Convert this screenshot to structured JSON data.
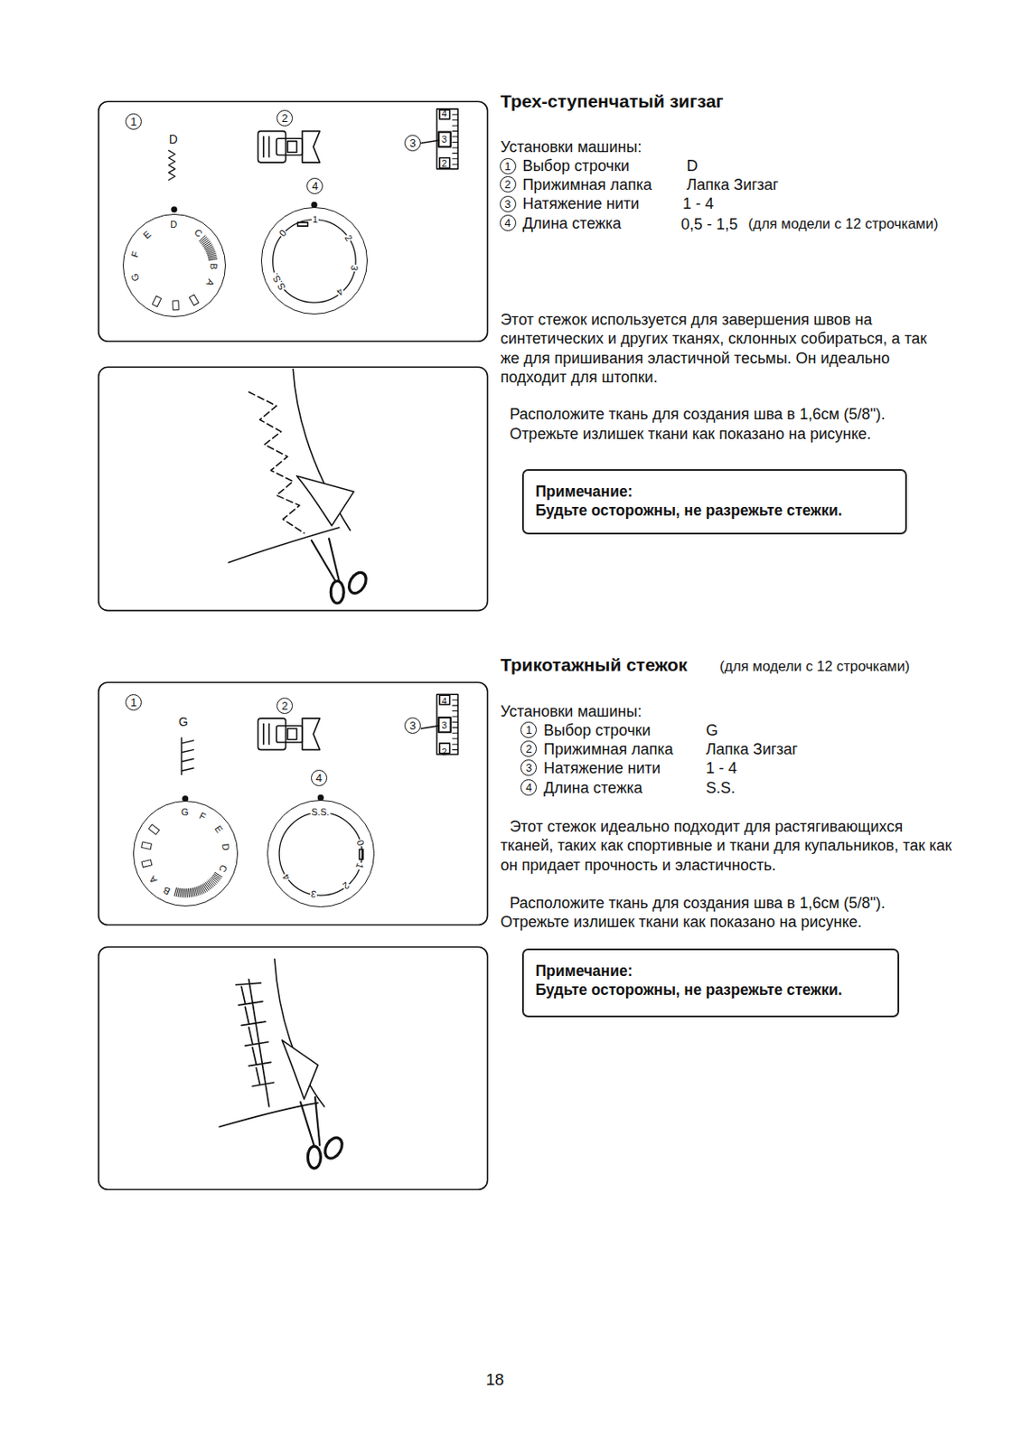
{
  "diagram": {
    "nodes": [
      {
        "text": [
          "1"
        ]
      },
      {
        "text": [
          "2"
        ]
      },
      {
        "text": [
          "3"
        ]
      },
      {
        "text": [
          "4"
        ]
      },
      {
        "text": [
          "D",
          "C",
          "B",
          "A",
          "G",
          "F",
          "E"
        ]
      },
      {
        "text": [
          "0",
          "1",
          "2",
          "3",
          "4",
          "S.S."
        ]
      },
      {
        "text": [
          "1"
        ]
      },
      {
        "text": [
          "2"
        ]
      },
      {
        "text": [
          "3"
        ]
      },
      {
        "text": [
          "4"
        ]
      },
      {
        "text": [
          "Примечание:",
          "Будьте осторожны, не разрежьте стежки."
        ]
      },
      {
        "text": [
          "1"
        ]
      },
      {
        "text": [
          "2"
        ]
      },
      {
        "text": [
          "3"
        ]
      },
      {
        "text": [
          "4"
        ]
      },
      {
        "text": [
          "G",
          "F",
          "E",
          "D",
          "C",
          "B",
          "A"
        ]
      },
      {
        "text": [
          "S.S.",
          "0",
          "1",
          "2",
          "3",
          "4"
        ]
      },
      {
        "text": [
          "1"
        ]
      },
      {
        "text": [
          "2"
        ]
      },
      {
        "text": [
          "3"
        ]
      },
      {
        "text": [
          "4"
        ]
      },
      {
        "text": [
          "Примечание:",
          "Будьте осторожны, не разрежьте стежки."
        ]
      }
    ],
    "labels": [
      "Трех-ступенчатый зигзаг",
      "D",
      "4",
      "3",
      "2",
      "Установки машины:",
      "Выбор строчки",
      "D",
      "Прижимная лапка",
      "Лапка Зигзаг",
      "Натяжение нити",
      "1 - 4",
      "Длина стежка",
      "0,5 - 1,5",
      "(для модели с 12 строчками)",
      "Этот стежок используется для завершения швов на синтетических и других тканях, склонных собираться, а так же для пришивания эластичной тесьмы. Он идеально подходит для штопки.",
      "Расположите ткань для создания шва в 1,6см (5/8\"). Отрежьте излишек ткани как показано на рисунке.",
      "Трикотажный стежок",
      "(для модели с 12 строчками)",
      "G",
      "4",
      "3",
      "2",
      "Установки машины:",
      "Выбор строчки",
      "G",
      "Прижимная лапка",
      "Лапка Зигзаг",
      "Натяжение нити",
      "1 - 4",
      "Длина стежка",
      "S.S.",
      "Этот стежок идеально подходит для растягивающихся тканей, таких как спортивные и ткани для купальников, так как он придает прочность и эластичность.",
      "Расположите ткань для создания шва в 1,6см (5/8\"). Отрежьте излишек ткани как показано на рисунке.",
      "18"
    ]
  }
}
